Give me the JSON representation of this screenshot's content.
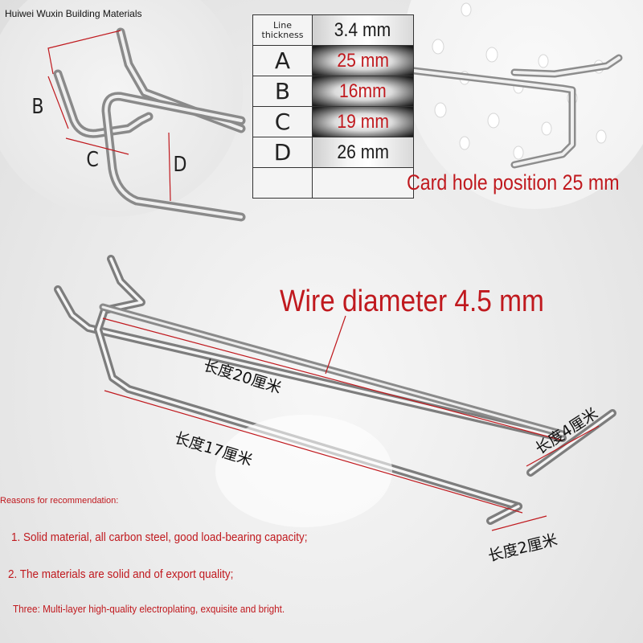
{
  "brand": "Huiwei Wuxin Building Materials",
  "dimension_letters": {
    "b": "B",
    "c": "C",
    "d": "D"
  },
  "spec_table": {
    "header": {
      "label": "Line thickness",
      "value": "3.4 mm"
    },
    "rows": [
      {
        "label": "A",
        "value": "25 mm",
        "color": "#c0191e"
      },
      {
        "label": "B",
        "value": "16mm",
        "color": "#c0191e"
      },
      {
        "label": "C",
        "value": "19 mm",
        "color": "#c0191e"
      },
      {
        "label": "D",
        "value": "26 mm",
        "color": "#1b1b1b"
      },
      {
        "label": "",
        "value": ""
      }
    ]
  },
  "card_hole_position": "Card hole position 25 mm",
  "wire_diameter": "Wire diameter 4.5 mm",
  "lengths": {
    "upper": "长度20厘米",
    "lower": "长度17厘米",
    "crossbar": "长度4厘米",
    "tip": "长度2厘米"
  },
  "reasons": {
    "title": "Reasons for recommendation:",
    "items": [
      "1. Solid material, all carbon steel, good load-bearing capacity;",
      "2. The materials are solid and of export quality;",
      "Three: Multi-layer high-quality electroplating, exquisite and bright."
    ]
  },
  "colors": {
    "accent_red": "#c0191e",
    "chrome": "#c8c8c8",
    "background": "#ededed"
  }
}
